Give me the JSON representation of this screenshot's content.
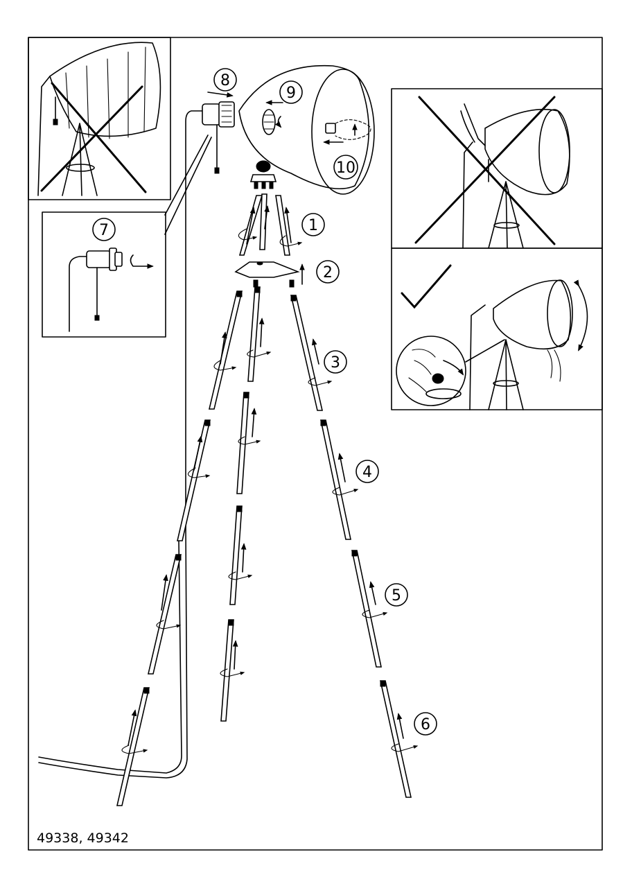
{
  "steps": {
    "s1": "1",
    "s2": "2",
    "s3": "3",
    "s4": "4",
    "s5": "5",
    "s6": "6",
    "s7": "7",
    "s8": "8",
    "s9": "9",
    "s10": "10"
  },
  "model_numbers": "49338, 49342",
  "icons": {
    "wrong": "cross-mark-icon",
    "right": "check-mark-icon",
    "rotate": "rotate-arrow-icon"
  },
  "colors": {
    "line": "#000000",
    "paper": "#ffffff"
  }
}
